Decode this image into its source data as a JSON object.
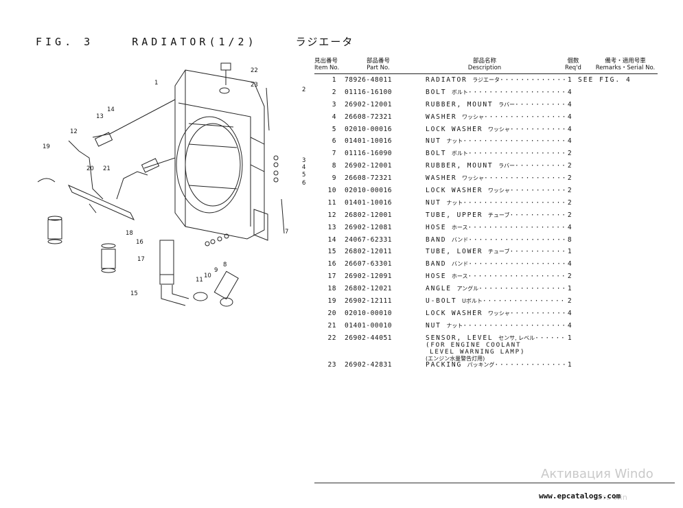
{
  "figure": {
    "number": "FIG. 3",
    "title": "RADIATOR(1/2)",
    "title_jp": "ラジエータ"
  },
  "table_header": {
    "item_jp": "見出番号",
    "item_en": "Item No.",
    "part_jp": "部品番号",
    "part_en": "Part No.",
    "desc_jp": "部品名称",
    "desc_en": "Description",
    "qty_jp": "個数",
    "qty_en": "Req'd",
    "rem_jp": "備考・適用号車",
    "rem_en": "Remarks・Serial No."
  },
  "rows": [
    {
      "no": "1",
      "part": "78926-48011",
      "name": "RADIATOR",
      "jp": "ラジエータ",
      "qty": "1",
      "remark": "SEE FIG. 4"
    },
    {
      "no": "2",
      "part": "01116-16100",
      "name": "BOLT",
      "jp": "ボルト",
      "qty": "4",
      "remark": ""
    },
    {
      "no": "3",
      "part": "26902-12001",
      "name": "RUBBER, MOUNT",
      "jp": "ラバー",
      "qty": "4",
      "remark": ""
    },
    {
      "no": "4",
      "part": "26608-72321",
      "name": "WASHER",
      "jp": "ワッシャ",
      "qty": "4",
      "remark": ""
    },
    {
      "no": "5",
      "part": "02010-00016",
      "name": "LOCK WASHER",
      "jp": "ワッシャ",
      "qty": "4",
      "remark": ""
    },
    {
      "no": "6",
      "part": "01401-10016",
      "name": "NUT",
      "jp": "ナット",
      "qty": "4",
      "remark": ""
    },
    {
      "no": "7",
      "part": "01116-16090",
      "name": "BOLT",
      "jp": "ボルト",
      "qty": "2",
      "remark": ""
    },
    {
      "no": "8",
      "part": "26902-12001",
      "name": "RUBBER, MOUNT",
      "jp": "ラバー",
      "qty": "2",
      "remark": ""
    },
    {
      "no": "9",
      "part": "26608-72321",
      "name": "WASHER",
      "jp": "ワッシャ",
      "qty": "2",
      "remark": ""
    },
    {
      "no": "10",
      "part": "02010-00016",
      "name": "LOCK WASHER",
      "jp": "ワッシャ",
      "qty": "2",
      "remark": ""
    },
    {
      "no": "11",
      "part": "01401-10016",
      "name": "NUT",
      "jp": "ナット",
      "qty": "2",
      "remark": ""
    },
    {
      "no": "12",
      "part": "26802-12001",
      "name": "TUBE, UPPER",
      "jp": "チューブ",
      "qty": "2",
      "remark": ""
    },
    {
      "no": "13",
      "part": "26902-12081",
      "name": "HOSE",
      "jp": "ホース",
      "qty": "4",
      "remark": ""
    },
    {
      "no": "14",
      "part": "24067-62331",
      "name": "BAND",
      "jp": "バンド",
      "qty": "8",
      "remark": ""
    },
    {
      "no": "15",
      "part": "26802-12011",
      "name": "TUBE, LOWER",
      "jp": "チューブ",
      "qty": "1",
      "remark": ""
    },
    {
      "no": "16",
      "part": "26607-63301",
      "name": "BAND",
      "jp": "バンド",
      "qty": "4",
      "remark": ""
    },
    {
      "no": "17",
      "part": "26902-12091",
      "name": "HOSE",
      "jp": "ホース",
      "qty": "2",
      "remark": ""
    },
    {
      "no": "18",
      "part": "26802-12021",
      "name": "ANGLE",
      "jp": "アングル",
      "qty": "1",
      "remark": ""
    },
    {
      "no": "19",
      "part": "26902-12111",
      "name": "U-BOLT",
      "jp": "Uボルト",
      "qty": "2",
      "remark": ""
    },
    {
      "no": "20",
      "part": "02010-00010",
      "name": "LOCK WASHER",
      "jp": "ワッシャ",
      "qty": "4",
      "remark": ""
    },
    {
      "no": "21",
      "part": "01401-00010",
      "name": "NUT",
      "jp": "ナット",
      "qty": "4",
      "remark": ""
    },
    {
      "no": "22",
      "part": "26902-44051",
      "name": "SENSOR, LEVEL",
      "jp": "センサ, レベル",
      "qty": "1",
      "remark": ""
    },
    {
      "no": "23",
      "part": "26902-42831",
      "name": "PACKING",
      "jp": "パッキング",
      "qty": "1",
      "remark": ""
    }
  ],
  "sensor_note": {
    "line1": "(FOR ENGINE COOLANT",
    "line2": "LEVEL WARNING LAMP)",
    "line3": "(エンジン水量警告灯用)"
  },
  "diagram_labels": [
    "1",
    "2",
    "3",
    "4",
    "5",
    "6",
    "7",
    "8",
    "9",
    "10",
    "11",
    "12",
    "13",
    "14",
    "15",
    "16",
    "17",
    "18",
    "19",
    "20",
    "21",
    "22",
    "23"
  ],
  "footer": "www.epcatalogs.com",
  "watermark": {
    "line1": "Активация Windo",
    "line2": "ать Win"
  }
}
